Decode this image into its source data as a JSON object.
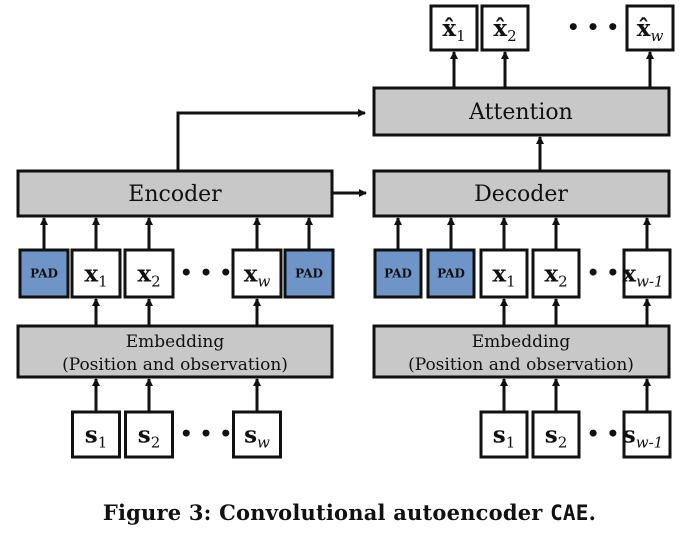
{
  "encoder": {
    "label": "Encoder",
    "embedding": [
      "Embedding",
      "(Position and observation)"
    ],
    "tokens": [
      {
        "kind": "pad",
        "text": "PAD"
      },
      {
        "kind": "var",
        "base": "x",
        "sub": "1"
      },
      {
        "kind": "var",
        "base": "x",
        "sub": "2"
      },
      {
        "kind": "dots",
        "text": "• • •"
      },
      {
        "kind": "var",
        "base": "x",
        "sub": "w"
      },
      {
        "kind": "pad",
        "text": "PAD"
      }
    ],
    "inputs": [
      {
        "kind": "var",
        "base": "s",
        "sub": "1"
      },
      {
        "kind": "var",
        "base": "s",
        "sub": "2"
      },
      {
        "kind": "dots",
        "text": "• • •"
      },
      {
        "kind": "var",
        "base": "s",
        "sub": "w"
      }
    ]
  },
  "decoder": {
    "label": "Decoder",
    "embedding": [
      "Embedding",
      "(Position and observation)"
    ],
    "tokens": [
      {
        "kind": "pad",
        "text": "PAD"
      },
      {
        "kind": "pad",
        "text": "PAD"
      },
      {
        "kind": "var",
        "base": "x",
        "sub": "1"
      },
      {
        "kind": "var",
        "base": "x",
        "sub": "2"
      },
      {
        "kind": "dots",
        "text": "• •"
      },
      {
        "kind": "var",
        "base": "x",
        "sub": "w-1"
      }
    ],
    "inputs": [
      {
        "kind": "var",
        "base": "s",
        "sub": "1"
      },
      {
        "kind": "var",
        "base": "s",
        "sub": "2"
      },
      {
        "kind": "dots",
        "text": "• •"
      },
      {
        "kind": "var",
        "base": "s",
        "sub": "w-1"
      }
    ]
  },
  "attention": {
    "label": "Attention"
  },
  "outputs": [
    {
      "kind": "var",
      "base": "x̂",
      "sub": "1"
    },
    {
      "kind": "var",
      "base": "x̂",
      "sub": "2"
    },
    {
      "kind": "dots",
      "text": "• • •"
    },
    {
      "kind": "var",
      "base": "x̂",
      "sub": "w"
    }
  ],
  "caption": {
    "prefix": "Figure 3: Convolutional autoencoder ",
    "code": "CAE",
    "suffix": "."
  },
  "colors": {
    "block": "#c8c8c8",
    "pad": "#6f95c8",
    "stroke": "#111111",
    "token": "#ffffff"
  }
}
